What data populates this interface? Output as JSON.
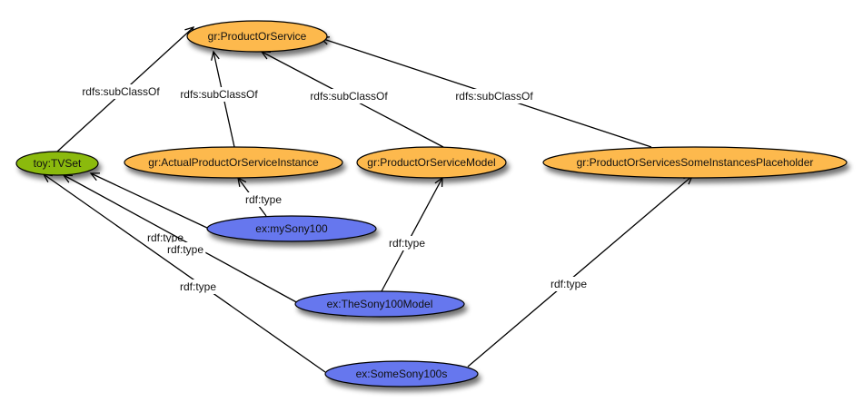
{
  "colors": {
    "class": "#fdb94e",
    "root_class": "#8bba0c",
    "instance": "#6677ee",
    "edge": "#000000"
  },
  "nodes": [
    {
      "id": "n0",
      "label": "gr:ProductOrService",
      "kind": "class"
    },
    {
      "id": "n1",
      "label": "toy:TVSet",
      "kind": "root_class"
    },
    {
      "id": "n2",
      "label": "gr:ActualProductOrServiceInstance",
      "kind": "class"
    },
    {
      "id": "n3",
      "label": "gr:ProductOrServiceModel",
      "kind": "class"
    },
    {
      "id": "n4",
      "label": "gr:ProductOrServicesSomeInstancesPlaceholder",
      "kind": "class"
    },
    {
      "id": "n5",
      "label": "ex:mySony100",
      "kind": "instance"
    },
    {
      "id": "n6",
      "label": "ex:TheSony100Model",
      "kind": "instance"
    },
    {
      "id": "n7",
      "label": "ex:SomeSony100s",
      "kind": "instance"
    }
  ],
  "edges": [
    {
      "from": "n1",
      "to": "n0",
      "label": "rdfs:subClassOf"
    },
    {
      "from": "n2",
      "to": "n0",
      "label": "rdfs:subClassOf"
    },
    {
      "from": "n3",
      "to": "n0",
      "label": "rdfs:subClassOf"
    },
    {
      "from": "n4",
      "to": "n0",
      "label": "rdfs:subClassOf"
    },
    {
      "from": "n5",
      "to": "n2",
      "label": "rdf:type"
    },
    {
      "from": "n5",
      "to": "n1",
      "label": "rdf:type"
    },
    {
      "from": "n6",
      "to": "n1",
      "label": "rdf:type"
    },
    {
      "from": "n6",
      "to": "n3",
      "label": "rdf:type"
    },
    {
      "from": "n7",
      "to": "n1",
      "label": "rdf:type"
    },
    {
      "from": "n7",
      "to": "n4",
      "label": "rdf:type"
    }
  ]
}
